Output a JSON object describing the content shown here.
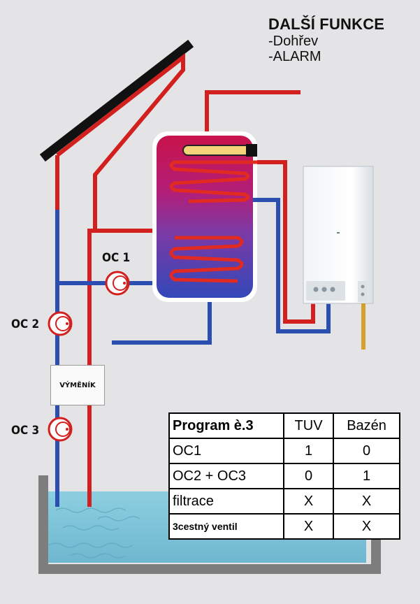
{
  "other_functions": {
    "title": "DALŠÍ FUNKCE",
    "items": [
      "-Dohřev",
      "-ALARM"
    ]
  },
  "pumps": {
    "oc1": "OC 1",
    "oc2": "OC 2",
    "oc3": "OC 3"
  },
  "exchanger_label": "VÝMĚNÍK",
  "program_table": {
    "header": [
      "Program è.3",
      "TUV",
      "Bazén"
    ],
    "rows": [
      [
        "OC1",
        "1",
        "0"
      ],
      [
        "OC2 + OC3",
        "0",
        "1"
      ],
      [
        "filtrace",
        "X",
        "X"
      ],
      [
        "3cestný ventil",
        "X",
        "X"
      ]
    ]
  },
  "colors": {
    "hot_pipe": "#d2201f",
    "cold_pipe": "#2a4fb0",
    "background": "#e4e4e6",
    "pool_water": "#7fc4d8"
  }
}
